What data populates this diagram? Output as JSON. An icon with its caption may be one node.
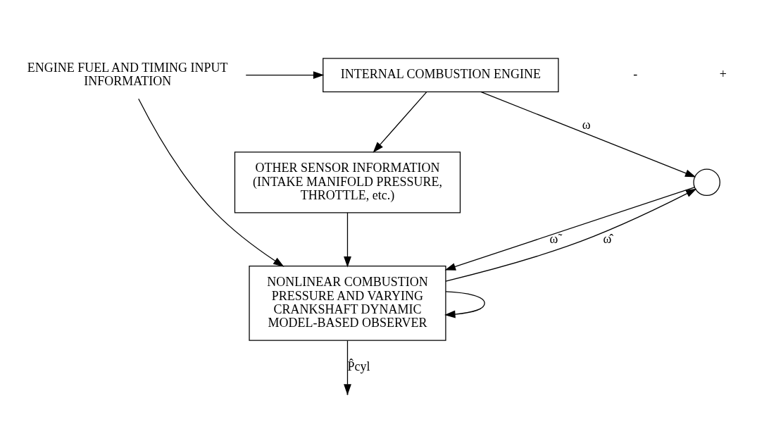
{
  "diagram": {
    "nodes": [
      {
        "text": [
          "ENGINE FUEL AND TIMING INPUT INFORMATION"
        ]
      },
      {
        "text": [
          "INTERNAL COMBUSTION ENGINE"
        ]
      },
      {
        "text": [
          "OTHER SENSOR INFORMATION (INTAKE MANIFOLD PRESSURE, THROTTLE, etc.)"
        ]
      },
      {
        "text": [
          "NONLINEAR COMBUSTION PRESSURE AND VARYING CRANKSHAFT DYNAMIC MODEL-BASED OBSERVER"
        ]
      },
      {
        "text": [],
        "shape": "circle"
      }
    ],
    "edges": [
      {
        "from": 0,
        "to": 1,
        "arrow": "to"
      },
      {
        "from": 0,
        "to": 3,
        "arrow": "to"
      },
      {
        "from": 1,
        "to": 4,
        "label": "ω",
        "arrow": "to"
      },
      {
        "from": 1,
        "to": 2,
        "arrow": "to"
      },
      {
        "from": 2,
        "to": 3,
        "arrow": "to"
      },
      {
        "from": 4,
        "to": 3,
        "label": "ω̃",
        "arrow": "to"
      },
      {
        "from": 3,
        "to": 4,
        "label": "ω̂",
        "arrow": "to"
      },
      {
        "from": 3,
        "to": null,
        "label": "P̂cyl",
        "arrow": "to"
      },
      {
        "from": 3,
        "to": 3,
        "arrow": "to"
      }
    ],
    "labels": [
      "-",
      "+"
    ]
  }
}
